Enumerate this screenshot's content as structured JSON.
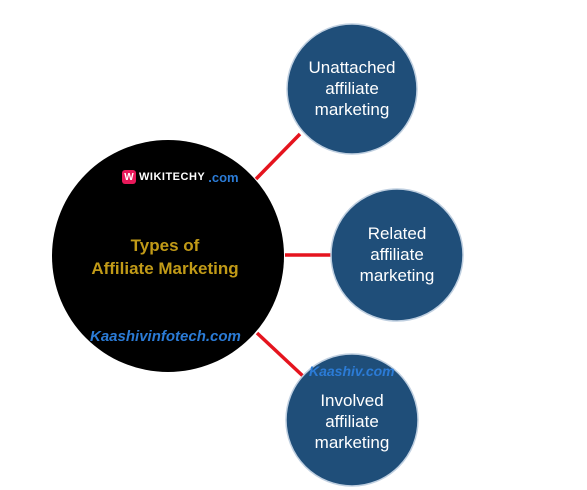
{
  "center": {
    "title_lines": [
      "Types of",
      "Affiliate Marketing"
    ]
  },
  "nodes": [
    {
      "lines": [
        "Unattached",
        "affiliate",
        "marketing"
      ]
    },
    {
      "lines": [
        "Related",
        "affiliate",
        "marketing"
      ]
    },
    {
      "lines": [
        "Involved",
        "affiliate",
        "marketing"
      ]
    }
  ],
  "watermarks": {
    "logo_name": "WIKITECHY",
    "logo_domain": ".com",
    "kaashivinfotech": "Kaashivinfotech.com",
    "kaashiv": "Kaashiv.com"
  },
  "colors": {
    "center_fill": "#000000",
    "center_text": "#c19a17",
    "node_fill": "#1f4e79",
    "node_border": "#bfcfe0",
    "node_text": "#ffffff",
    "connector": "#e5141e",
    "watermark_blue": "#2b7bd6",
    "logo_accent": "#e8195a"
  }
}
